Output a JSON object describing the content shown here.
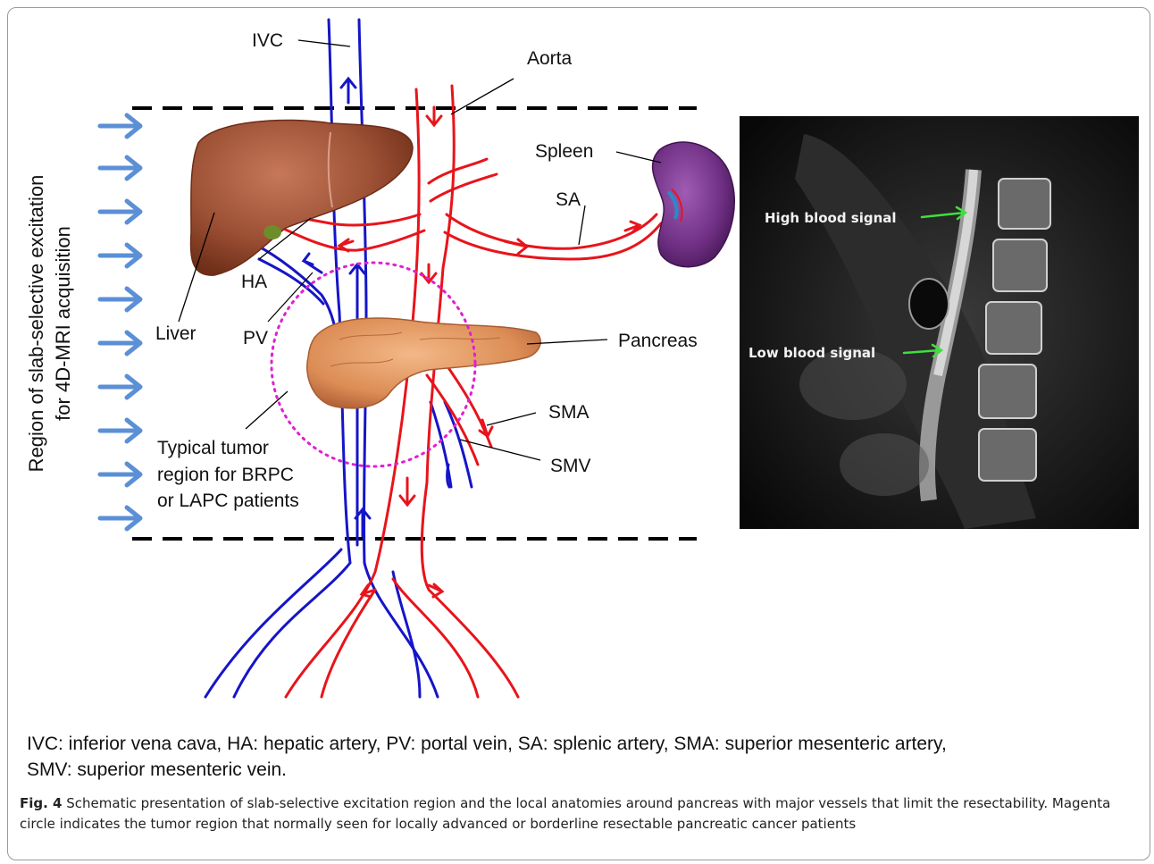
{
  "diagram": {
    "side_label_line1": "Region of slab-selective excitation",
    "side_label_line2": "for 4D-MRI acquisition",
    "labels": {
      "ivc": "IVC",
      "aorta": "Aorta",
      "spleen": "Spleen",
      "sa": "SA",
      "liver": "Liver",
      "ha": "HA",
      "pv": "PV",
      "pancreas": "Pancreas",
      "sma": "SMA",
      "smv": "SMV",
      "tumor_line1": "Typical tumor",
      "tumor_line2": "region for BRPC",
      "tumor_line3": "or LAPC patients"
    },
    "mri": {
      "high_signal": "High blood signal",
      "low_signal": "Low blood signal"
    },
    "colors": {
      "artery": "#e8141b",
      "vein": "#1515c8",
      "excitation_arrow": "#5b8fd6",
      "tumor_circle": "#e020d0",
      "mri_arrow": "#3ee03e",
      "liver": "#9c5034",
      "pancreas": "#e0965e",
      "spleen": "#7a3a8c"
    }
  },
  "abbreviations_line1": "IVC: inferior vena cava, HA: hepatic artery, PV: portal vein, SA: splenic artery, SMA: superior mesenteric artery,",
  "abbreviations_line2": "SMV: superior mesenteric vein.",
  "caption": {
    "fig_label": "Fig. 4",
    "text": "Schematic presentation of slab-selective excitation region and the local anatomies around pancreas with major vessels that limit the resectability. Magenta circle indicates the tumor region that normally seen for locally advanced or borderline resectable pancreatic cancer patients"
  }
}
